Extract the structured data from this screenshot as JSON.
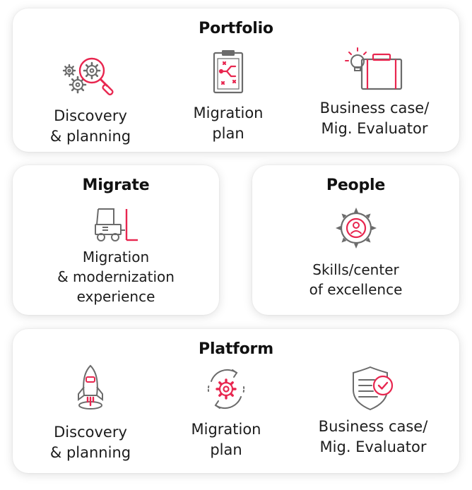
{
  "portfolio": {
    "title": "Portfolio",
    "items": [
      {
        "icon": "gears-magnifier-icon",
        "line1": "Discovery",
        "line2": "& planning"
      },
      {
        "icon": "clipboard-plan-icon",
        "line1": "Migration",
        "line2": "plan"
      },
      {
        "icon": "lightbulb-briefcase-icon",
        "line1": "Business case/",
        "line2": "Mig. Evaluator"
      }
    ]
  },
  "migrate": {
    "title": "Migrate",
    "item": {
      "icon": "forklift-icon",
      "line1": "Migration",
      "line2": "& modernization",
      "line3": "experience"
    }
  },
  "people": {
    "title": "People",
    "item": {
      "icon": "gear-person-icon",
      "line1": "Skills/center",
      "line2": "of excellence"
    }
  },
  "platform": {
    "title": "Platform",
    "items": [
      {
        "icon": "rocket-icon",
        "line1": "Discovery",
        "line2": "& planning"
      },
      {
        "icon": "gear-cycle-icon",
        "line1": "Migration",
        "line2": "plan"
      },
      {
        "icon": "shield-check-icon",
        "line1": "Business case/",
        "line2": "Mig. Evaluator"
      }
    ]
  },
  "colors": {
    "accent": "#e8264f",
    "icon_gray": "#6b6b6b",
    "text": "#1c1c1c"
  }
}
